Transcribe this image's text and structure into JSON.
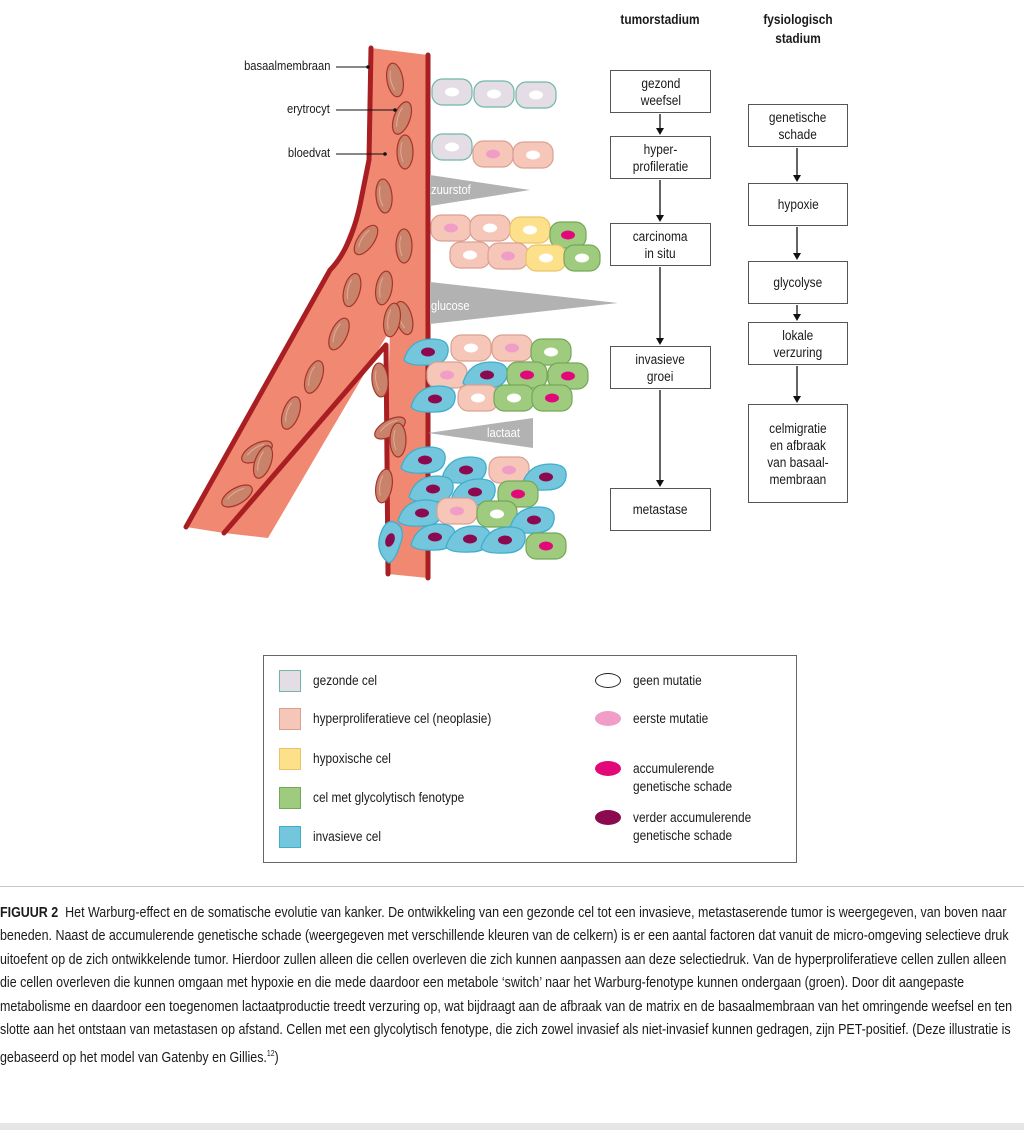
{
  "colors": {
    "vessel_fill": "#f08872",
    "vessel_wall": "#a81e22",
    "erythrocyte": "#c9836a",
    "healthy_cell": "#e4dde5",
    "healthy_border": "#6fb8a8",
    "hyperprolif_cell": "#f6c7b8",
    "hypoxic_cell": "#fde08a",
    "glycolytic_cell": "#9fcb7e",
    "invasive_cell": "#74c6dc",
    "nucleus_none": "#ffffff",
    "nucleus_first": "#f09ec8",
    "nucleus_accum": "#e2087a",
    "nucleus_further": "#8b0a4f",
    "gradient_grey": "#b2b2b2"
  },
  "labels": {
    "basement_membrane": "basaalmembraan",
    "erythrocyte": "erytrocyt",
    "blood_vessel": "bloedvat"
  },
  "gradients": {
    "oxygen": "zuurstof",
    "glucose": "glucose",
    "lactate": "lactaat"
  },
  "tumor_stage": {
    "heading": "tumorstadium",
    "steps": [
      "gezond\nweefsel",
      "hyper-\nprofileratie",
      "carcinoma\nin situ",
      "invasieve\ngroei",
      "metastase"
    ]
  },
  "physiological_stage": {
    "heading": "fysiologisch\nstadium",
    "steps": [
      "genetische\nschade",
      "hypoxie",
      "glycolyse",
      "lokale\nverzuring",
      "celmigratie\nen afbraak\nvan basaal-\nmembraan"
    ]
  },
  "legend": {
    "cells": [
      {
        "label": "gezonde cel",
        "color": "#e4dde5",
        "border": "#6fb8a8"
      },
      {
        "label": "hyperproliferatieve cel (neoplasie)",
        "color": "#f6c7b8",
        "border": "#d9a192"
      },
      {
        "label": "hypoxische cel",
        "color": "#fde08a",
        "border": "#e9c36e"
      },
      {
        "label": "cel met glycolytisch fenotype",
        "color": "#9fcb7e",
        "border": "#74a858"
      },
      {
        "label": "invasieve cel",
        "color": "#74c6dc",
        "border": "#3faecd"
      }
    ],
    "nuclei": [
      {
        "label": "geen mutatie",
        "color": "#ffffff",
        "border": "#222222"
      },
      {
        "label": "eerste mutatie",
        "color": "#f09ec8",
        "border": "#f09ec8"
      },
      {
        "label": "accumulerende\ngenetische schade",
        "color": "#e2087a",
        "border": "#e2087a"
      },
      {
        "label": "verder accumulerende\ngenetische schade",
        "color": "#8b0a4f",
        "border": "#8b0a4f"
      }
    ]
  },
  "caption": {
    "label": "FIGUUR 2",
    "text": "Het Warburg-effect en de somatische evolutie van kanker. De ontwikkeling van een gezonde cel tot een invasieve, metastaserende tumor is weergegeven, van boven naar beneden. Naast de accumulerende genetische schade (weergegeven met verschillende kleuren van de celkern) is er een aantal factoren dat vanuit de micro-omgeving selectieve druk uitoefent op de zich ontwikkelende tumor. Hierdoor zullen alleen die cellen overleven die zich kunnen aanpassen aan deze selectiedruk. Van de hyperproliferatieve cellen zullen alleen die cellen overleven die kunnen omgaan met hypoxie en die mede daardoor een metabole ‘switch’ naar het Warburg-fenotype kunnen ondergaan (groen). Door dit aangepaste metabolisme en daardoor een toegenomen lactaatproductie treedt verzuring op, wat bijdraagt aan de afbraak van de matrix en de basaalmembraan van het omringende weefsel en ten slotte aan het ontstaan van metastasen op afstand. Cellen met een glycolytisch fenotype, die zich zowel invasief als niet-invasief kunnen gedragen, zijn PET-positief. (Deze illustratie is gebaseerd op het model van Gatenby en Gillies.",
    "reference": "12",
    "closing": ")"
  }
}
